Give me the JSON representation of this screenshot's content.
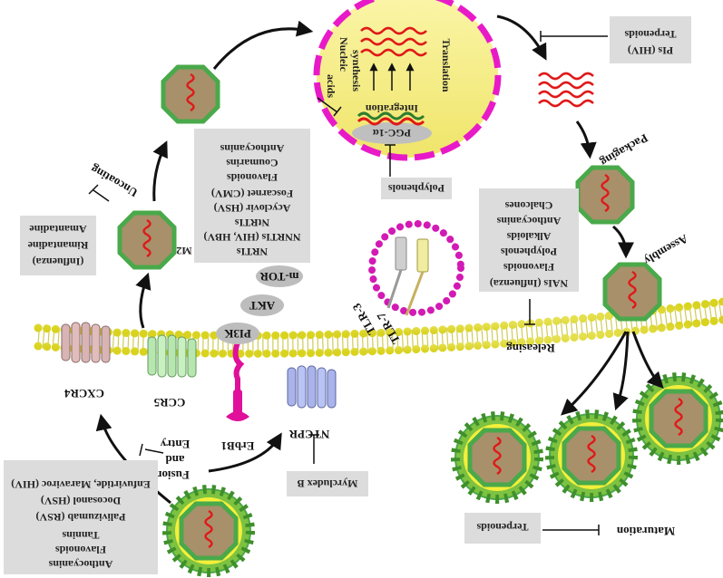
{
  "colors": {
    "membrane_bead": "#f3ef3a",
    "tail": "#c8c23a",
    "virion_shell": "#4aa94a",
    "virion_fill": "#a8906a",
    "rna": "#e01818",
    "envelope": "#ef2a8f",
    "nucleus": "#f5ed7e",
    "box": "#dcdcdc",
    "red_text": "#d21e1e"
  },
  "receptors": {
    "cxcr4": "CXCR4",
    "ccr5": "CCR5",
    "erbb1": "ErbB1",
    "ntcpr": "NTCPR"
  },
  "signaling": {
    "pi3k": "PI3K",
    "akt": "AKT",
    "mtor": "m-TOR"
  },
  "tlrs": {
    "tlr3": "TLR-3",
    "tlr7": "TLR-7"
  },
  "steps": {
    "fusion": "Fusion",
    "and": "and",
    "entry": "Entry",
    "uncoating": "Uncoating",
    "m2": "M2",
    "packaging": "Packaging",
    "assembly": "Assembly",
    "releasing": "Releasing",
    "maturation": "Maturation"
  },
  "nucleus": {
    "pgc1a": "PGC-1α",
    "integration": "Integration",
    "nucleic_acids_synthesis": [
      "Nucleic",
      "acids",
      "synthesis"
    ],
    "translation": "Translation"
  },
  "boxes": {
    "entry_inhibitors": {
      "black": [
        "Enfuvirtide, Maraviroc (HIV)",
        "Docosanol (HSV)",
        "Palivizumab (RSV)"
      ],
      "red": [
        "Anthocyanins",
        "Flavonoids",
        "Tannins"
      ]
    },
    "amantadine": {
      "black": [
        "Amantadine",
        "Rimantadine",
        "(Influenza)"
      ]
    },
    "replication": {
      "black": [
        "NRTIs",
        "NNRTIs (HIV, HBV)",
        "NtRTIs",
        "Acyclovir (HSV)",
        "Foscarnet (CMV)"
      ],
      "red": [
        "Flavonoids",
        "Coumarins",
        "Anthocyanins"
      ]
    },
    "polyphenols": {
      "red": [
        "Polyphenols"
      ]
    },
    "myrcludex": {
      "black": [
        "Myrcludex B"
      ]
    },
    "terpenoids_pi": {
      "red": [
        "Terpenoids"
      ],
      "black": [
        "PIs (HIV)"
      ]
    },
    "release": {
      "black": [
        "NAIs (Influenza)"
      ],
      "red": [
        "Flavonoids",
        "Polyphenols",
        "Alkaloids",
        "Anthocyanins",
        "Chalcones"
      ]
    },
    "maturation": {
      "red": [
        "Terpenoids"
      ]
    }
  }
}
